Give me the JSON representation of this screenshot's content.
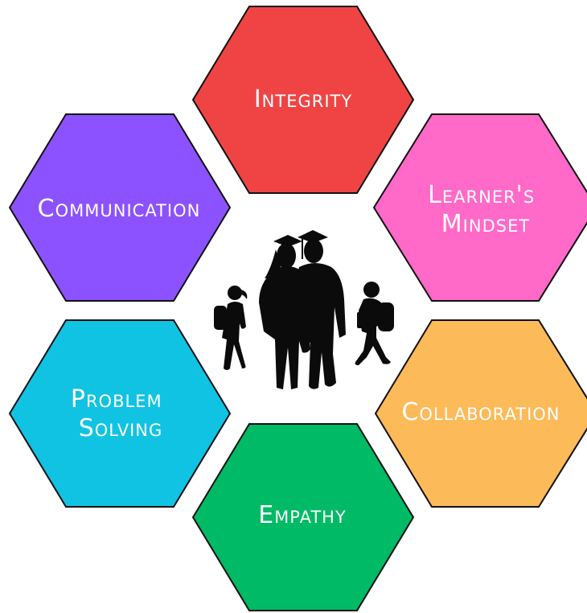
{
  "hexagons": [
    {
      "id": "integrity",
      "lines": [
        "Integrity"
      ],
      "color": "#F04444"
    },
    {
      "id": "learners-mindset",
      "lines": [
        "Learner's",
        "Mindset"
      ],
      "color": "#FF69C8"
    },
    {
      "id": "collaboration",
      "lines": [
        "Collaboration"
      ],
      "color": "#FDBA59"
    },
    {
      "id": "empathy",
      "lines": [
        "Empathy"
      ],
      "color": "#00BA65"
    },
    {
      "id": "problem-solving",
      "lines": [
        "Problem",
        "Solving"
      ],
      "color": "#10C3E3"
    },
    {
      "id": "communication",
      "lines": [
        "Communication"
      ],
      "color": "#8C52FF"
    }
  ],
  "center_image": {
    "icon": "graduates-and-students-silhouette"
  }
}
